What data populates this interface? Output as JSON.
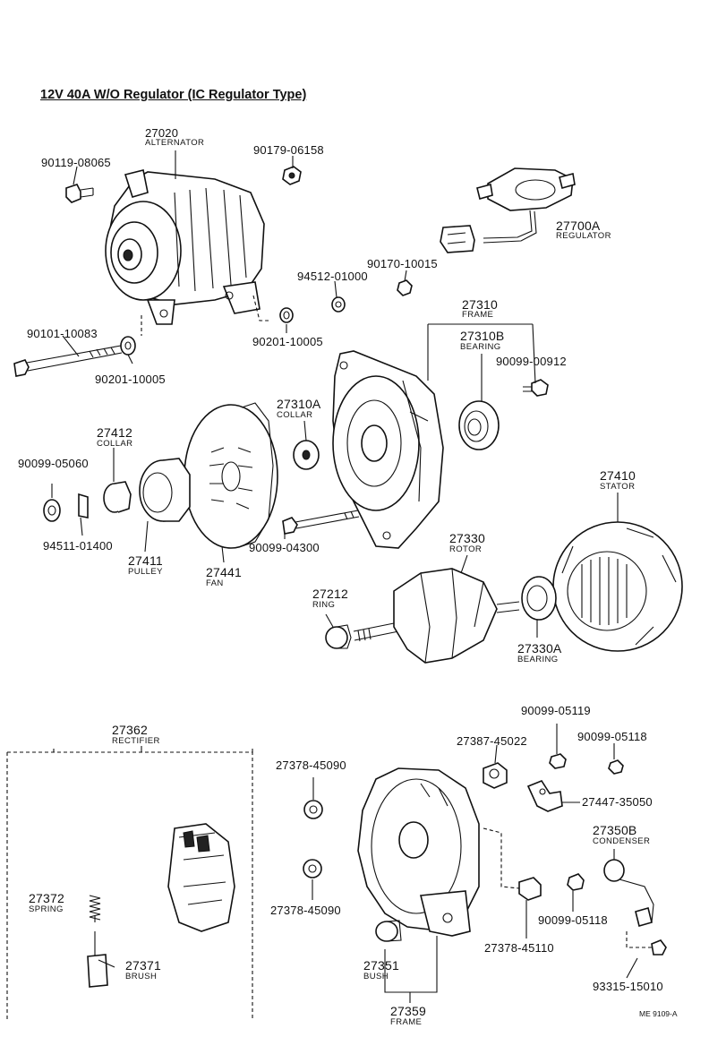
{
  "title": "12V 40A W/O Regulator (IC Regulator Type)",
  "figure_code": "ME 9109-A",
  "parts": [
    {
      "id": "p_alt",
      "number": "27020",
      "name": "ALTERNATOR"
    },
    {
      "id": "p_90119",
      "number": "90119-08065",
      "name": ""
    },
    {
      "id": "p_90179",
      "number": "90179-06158",
      "name": ""
    },
    {
      "id": "p_reg",
      "number": "27700A",
      "name": "REGULATOR"
    },
    {
      "id": "p_90170",
      "number": "90170-10015",
      "name": ""
    },
    {
      "id": "p_94512",
      "number": "94512-01000",
      "name": ""
    },
    {
      "id": "p_90101",
      "number": "90101-10083",
      "name": ""
    },
    {
      "id": "p_90201a",
      "number": "90201-10005",
      "name": ""
    },
    {
      "id": "p_90201b",
      "number": "90201-10005",
      "name": ""
    },
    {
      "id": "p_frame1",
      "number": "27310",
      "name": "FRAME"
    },
    {
      "id": "p_bear1",
      "number": "27310B",
      "name": "BEARING"
    },
    {
      "id": "p_90099_912",
      "number": "90099-00912",
      "name": ""
    },
    {
      "id": "p_collarA",
      "number": "27310A",
      "name": "COLLAR"
    },
    {
      "id": "p_collar",
      "number": "27412",
      "name": "COLLAR"
    },
    {
      "id": "p_90099_060",
      "number": "90099-05060",
      "name": ""
    },
    {
      "id": "p_94511",
      "number": "94511-01400",
      "name": ""
    },
    {
      "id": "p_pulley",
      "number": "27411",
      "name": "PULLEY"
    },
    {
      "id": "p_fan",
      "number": "27441",
      "name": "FAN"
    },
    {
      "id": "p_90099_300",
      "number": "90099-04300",
      "name": ""
    },
    {
      "id": "p_stator",
      "number": "27410",
      "name": "STATOR"
    },
    {
      "id": "p_rotor",
      "number": "27330",
      "name": "ROTOR"
    },
    {
      "id": "p_ring",
      "number": "27212",
      "name": "RING"
    },
    {
      "id": "p_bear2",
      "number": "27330A",
      "name": "BEARING"
    },
    {
      "id": "p_rect",
      "number": "27362",
      "name": "RECTIFIER"
    },
    {
      "id": "p_spring",
      "number": "27372",
      "name": "SPRING"
    },
    {
      "id": "p_brush",
      "number": "27371",
      "name": "BRUSH"
    },
    {
      "id": "p_378a",
      "number": "27378-45090",
      "name": ""
    },
    {
      "id": "p_378b",
      "number": "27378-45090",
      "name": ""
    },
    {
      "id": "p_387",
      "number": "27387-45022",
      "name": ""
    },
    {
      "id": "p_119",
      "number": "90099-05119",
      "name": ""
    },
    {
      "id": "p_118a",
      "number": "90099-05118",
      "name": ""
    },
    {
      "id": "p_447",
      "number": "27447-35050",
      "name": ""
    },
    {
      "id": "p_cond",
      "number": "27350B",
      "name": "CONDENSER"
    },
    {
      "id": "p_378c",
      "number": "27378-45110",
      "name": ""
    },
    {
      "id": "p_118b",
      "number": "90099-05118",
      "name": ""
    },
    {
      "id": "p_bush",
      "number": "27351",
      "name": "BUSH"
    },
    {
      "id": "p_frame2",
      "number": "27359",
      "name": "FRAME"
    },
    {
      "id": "p_93315",
      "number": "93315-15010",
      "name": ""
    }
  ]
}
